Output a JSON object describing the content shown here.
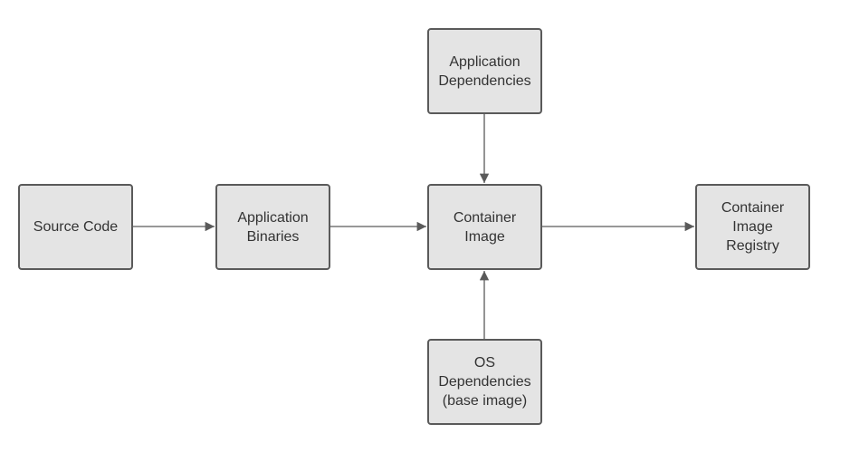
{
  "nodes": {
    "source_code": {
      "label": "Source Code"
    },
    "application_binaries": {
      "label": "Application\nBinaries"
    },
    "application_dependencies": {
      "label": "Application\nDependencies"
    },
    "container_image": {
      "label": "Container\nImage"
    },
    "container_image_registry": {
      "label": "Container\nImage\nRegistry"
    },
    "os_dependencies": {
      "label": "OS\nDependencies\n(base image)"
    }
  },
  "edges": [
    {
      "from": "source_code",
      "to": "application_binaries"
    },
    {
      "from": "application_binaries",
      "to": "container_image"
    },
    {
      "from": "application_dependencies",
      "to": "container_image"
    },
    {
      "from": "os_dependencies",
      "to": "container_image"
    },
    {
      "from": "container_image",
      "to": "container_image_registry"
    }
  ],
  "colors": {
    "node_fill": "#e4e4e4",
    "node_border": "#5a5a5a",
    "edge": "#5a5a5a",
    "text": "#333333"
  }
}
